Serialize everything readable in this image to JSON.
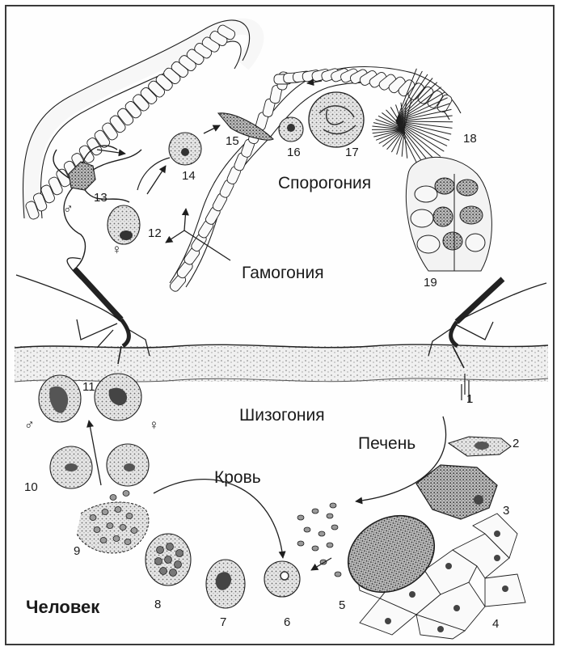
{
  "title": "Человек",
  "phases": {
    "sporogony": "Спорогония",
    "gamogony": "Гамогония",
    "schizogony": "Шизогония",
    "liver": "Печень",
    "blood": "Кровь"
  },
  "stage_numbers": [
    "1",
    "2",
    "3",
    "4",
    "5",
    "6",
    "7",
    "8",
    "9",
    "10",
    "11",
    "12",
    "13",
    "14",
    "15",
    "16",
    "17",
    "18",
    "19"
  ],
  "symbols": {
    "male": "♂",
    "female": "♀"
  },
  "colors": {
    "line": "#1e1e1e",
    "stipple": "#cfcfcf",
    "dark": "#333333"
  }
}
